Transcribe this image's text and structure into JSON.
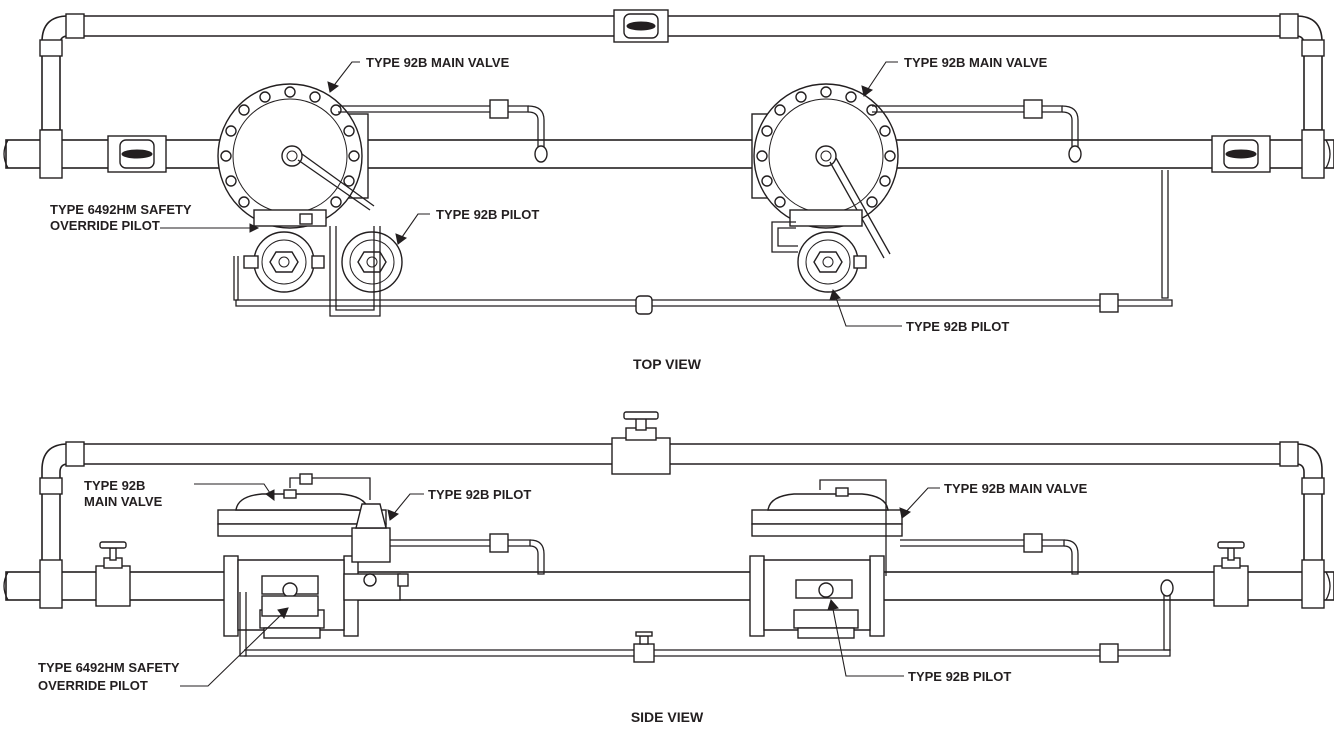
{
  "top_view": {
    "title": "TOP VIEW",
    "labels": {
      "main_valve_left": "TYPE 92B MAIN VALVE",
      "main_valve_right": "TYPE 92B MAIN VALVE",
      "safety_pilot_line1": "TYPE 6492HM SAFETY",
      "safety_pilot_line2": "OVERRIDE PILOT",
      "pilot_left": "TYPE 92B PILOT",
      "pilot_right": "TYPE 92B PILOT"
    }
  },
  "side_view": {
    "title": "SIDE VIEW",
    "labels": {
      "main_valve_left_line1": "TYPE 92B",
      "main_valve_left_line2": "MAIN VALVE",
      "pilot_left": "TYPE 92B PILOT",
      "main_valve_right": "TYPE 92B MAIN VALVE",
      "safety_pilot_line1": "TYPE 6492HM SAFETY",
      "safety_pilot_line2": "OVERRIDE PILOT",
      "pilot_right": "TYPE 92B PILOT"
    }
  }
}
